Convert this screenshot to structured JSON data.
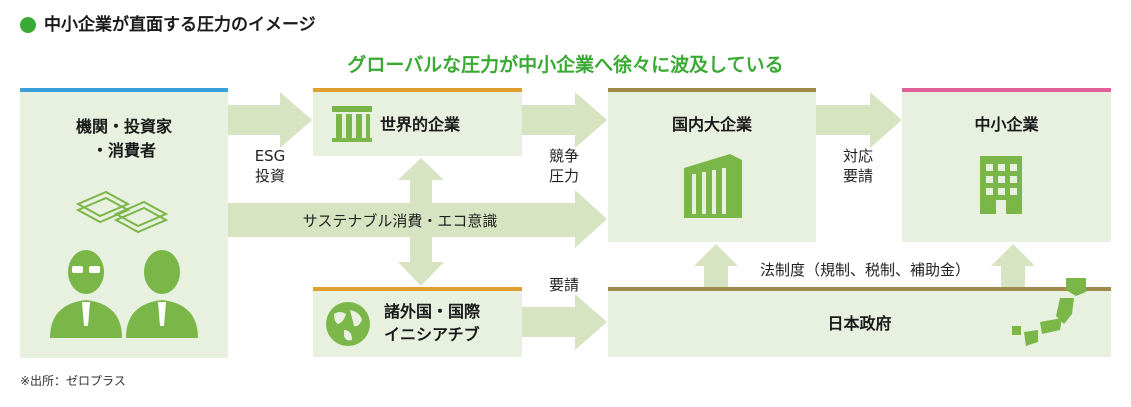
{
  "header": {
    "title": "中小企業が直面する圧力のイメージ",
    "bullet_color": "#3aaa35"
  },
  "subtitle": "グローバルな圧力が中小企業へ徐々に波及している",
  "nodes": {
    "investors": {
      "line1": "機関・投資家",
      "line2": "・消費者",
      "bar_color": "#3aa0dc"
    },
    "global_company": {
      "label": "世界的企業",
      "bar_color": "#e0a030"
    },
    "domestic_company": {
      "label": "国内大企業",
      "bar_color": "#a08a4a"
    },
    "sme": {
      "label": "中小企業",
      "bar_color": "#e0609a"
    },
    "initiatives": {
      "line1": "諸外国・国際",
      "line2": "イニシアチブ",
      "bar_color": "#e0a030"
    },
    "government": {
      "label": "日本政府",
      "bar_color": "#a08a4a"
    }
  },
  "arrows": {
    "esg": {
      "line1": "ESG",
      "line2": "投資"
    },
    "competition": {
      "line1": "競争",
      "line2": "圧力"
    },
    "response": {
      "line1": "対応",
      "line2": "要請"
    },
    "consumption": "サステナブル消費・エコ意識",
    "request": "要請",
    "law": "法制度（規制、税制、補助金）"
  },
  "colors": {
    "accent_green": "#7ab648",
    "box_bg": "#e8f0df",
    "arrow_fill": "#d6e4c2",
    "subtitle_green": "#3aaa35"
  },
  "source": "※出所：ゼロプラス"
}
